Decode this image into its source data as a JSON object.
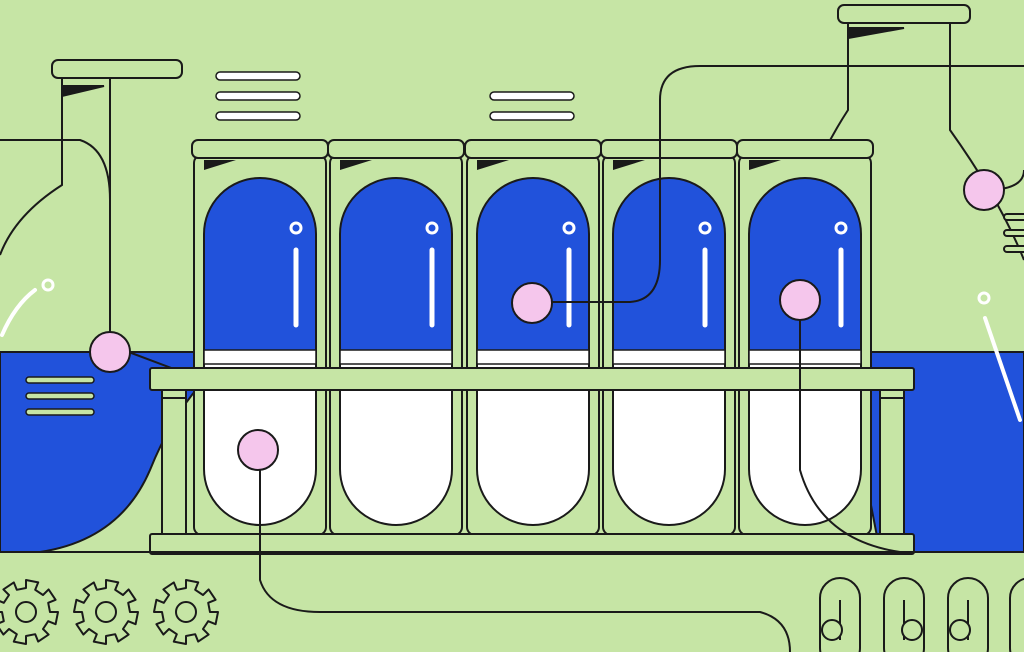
{
  "scene": {
    "colors": {
      "background": "#c6e5a5",
      "liquid": "#2152db",
      "tube_lower": "#ffffff",
      "node": "#f5c6ec",
      "outline": "#1a1a1a"
    },
    "icons": [
      "erlenmeyer-flask-icon",
      "round-bottom-flask-icon",
      "test-tube-icon",
      "test-tube-rack-icon",
      "gear-icon",
      "capsule-icon",
      "circuit-node-icon",
      "menu-lines-icon"
    ],
    "test_tube_count": 5,
    "gear_count": 3,
    "capsule_count": 4
  }
}
